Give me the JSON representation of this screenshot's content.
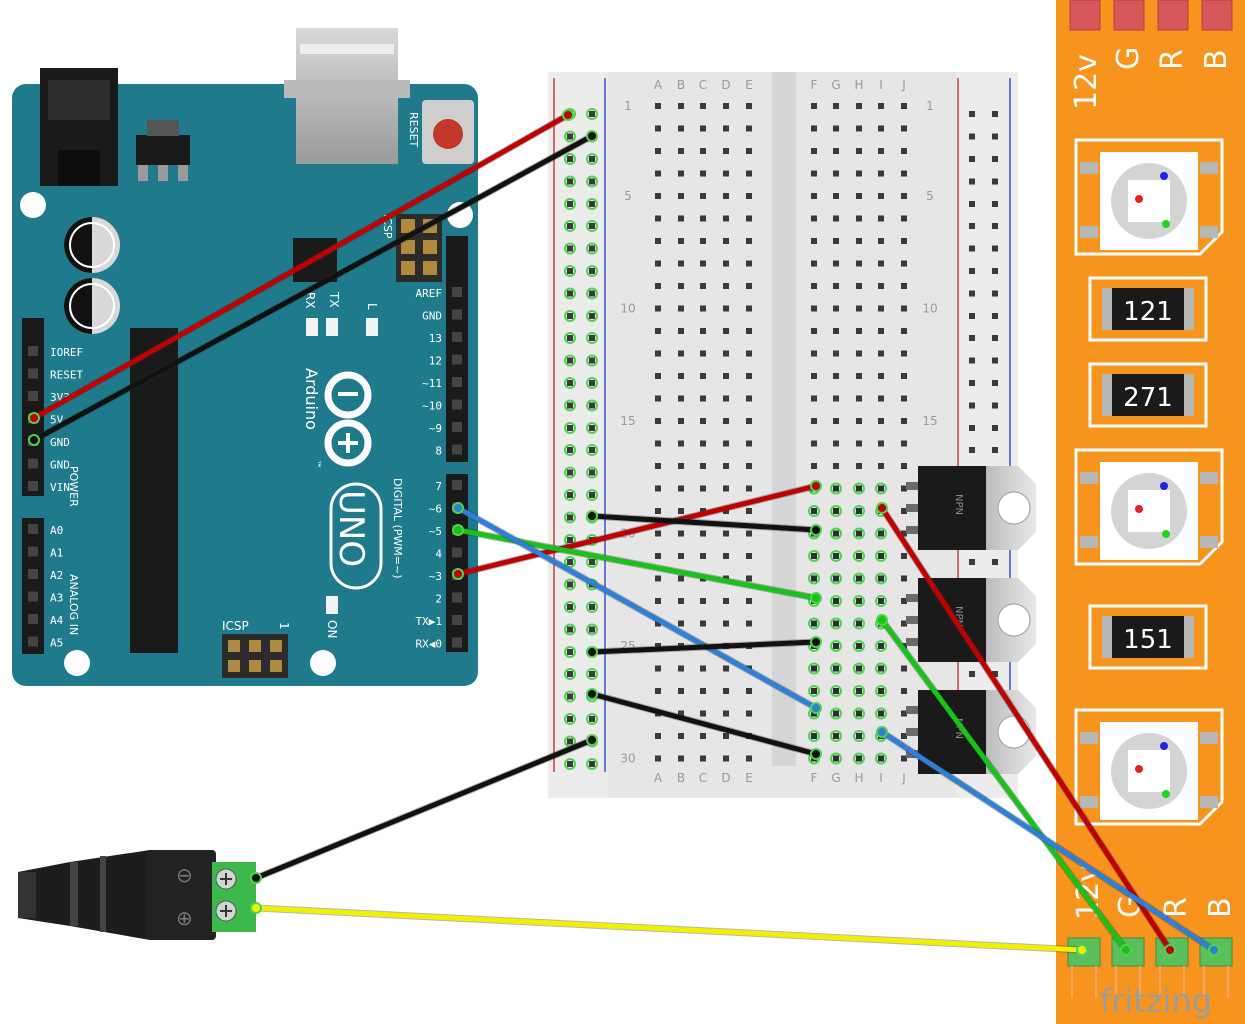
{
  "arduino": {
    "reset_label": "RESET",
    "icsp_label": "ICSP",
    "icsp2_label": "ICSP",
    "icsp2_pin1": "1",
    "tx_label": "TX",
    "rx_label": "RX",
    "l_label": "L",
    "on_label": "ON",
    "brand": "Arduino",
    "tm": "™",
    "model": "UNO",
    "digital_label": "DIGITAL (PWM=~)",
    "power_label": "POWER",
    "analog_label": "ANALOG IN",
    "power_pins": [
      "IOREF",
      "RESET",
      "3V3",
      "5V",
      "GND",
      "GND",
      "VIN"
    ],
    "analog_pins": [
      "A0",
      "A1",
      "A2",
      "A3",
      "A4",
      "A5"
    ],
    "digital_top": [
      "AREF",
      "GND",
      "13",
      "12",
      "~11",
      "~10",
      "~9",
      "8"
    ],
    "digital_bottom": [
      "7",
      "~6",
      "~5",
      "4",
      "~3",
      "2",
      "TX▶1",
      "RX◀0"
    ]
  },
  "breadboard": {
    "cols_left": [
      "A",
      "B",
      "C",
      "D",
      "E"
    ],
    "cols_right": [
      "F",
      "G",
      "H",
      "I",
      "J"
    ],
    "row_numbers": [
      "1",
      "5",
      "10",
      "15",
      "20",
      "25",
      "30"
    ]
  },
  "transistors": [
    {
      "label": "NPN"
    },
    {
      "label": "NPN"
    },
    {
      "label": "NPN"
    }
  ],
  "led_strip": {
    "top_labels": [
      "12v",
      "G",
      "R",
      "B"
    ],
    "bottom_labels": [
      "12v",
      "G",
      "R",
      "B"
    ],
    "resistors": [
      "121",
      "271",
      "151"
    ]
  },
  "dc_jack": {
    "minus": "⊖",
    "plus": "⊕"
  },
  "watermark": "fritzing",
  "colors": {
    "arduino_board": "#1f7a8c",
    "strip": "#f7941d",
    "wire_red": "#c00000",
    "wire_black": "#111111",
    "wire_green": "#19c219",
    "wire_blue": "#2f7fd6",
    "wire_yellow": "#f0f000"
  }
}
